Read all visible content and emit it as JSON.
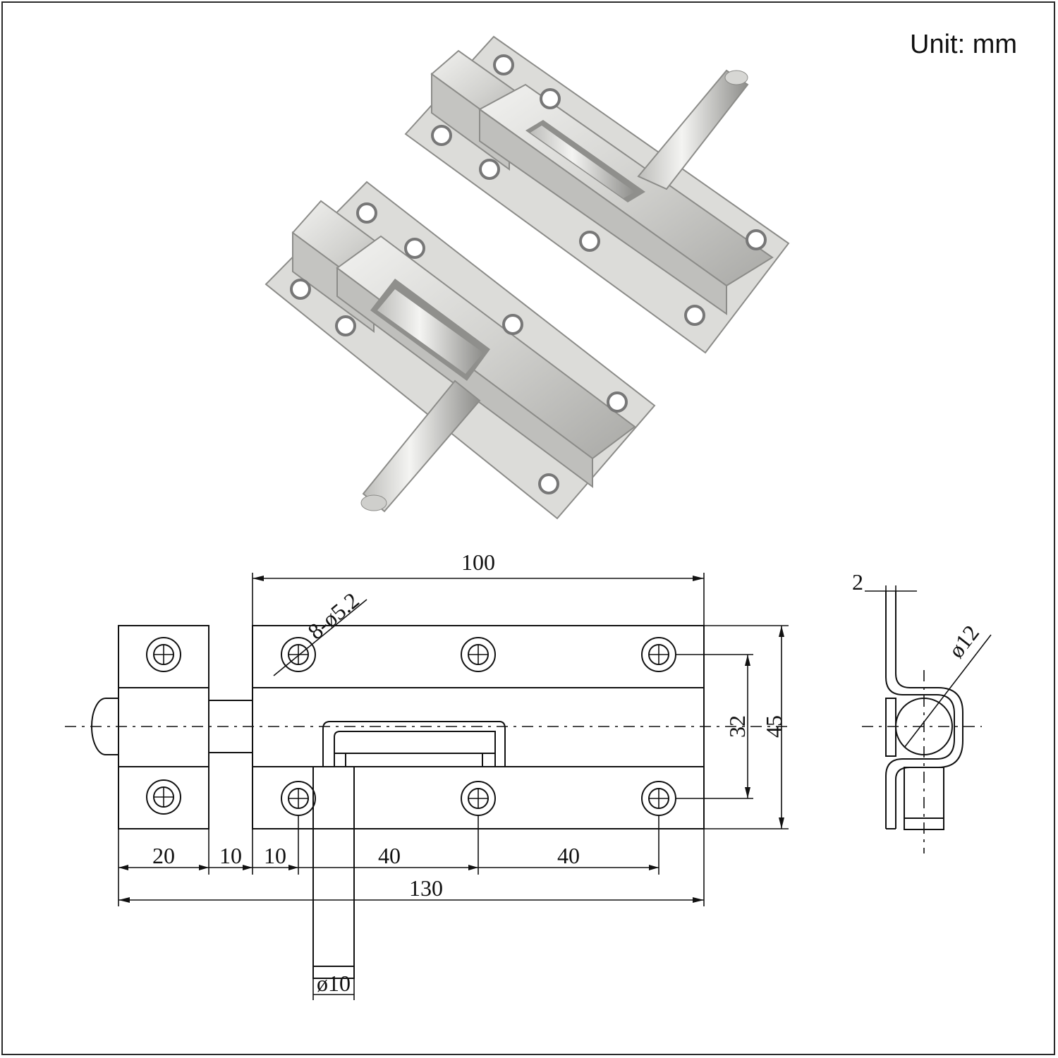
{
  "unit_label": "Unit: mm",
  "dimensions": {
    "overall_length": "100",
    "hole_spec": "8-ø5.2",
    "hole_spacing_v": "32",
    "height": "45",
    "keeper_width": "20",
    "gap": "10",
    "edge_to_hole": "10",
    "hole_spacing_1": "40",
    "hole_spacing_2": "40",
    "total_length": "130",
    "handle_diameter": "ø10",
    "thickness": "2",
    "bolt_diameter": "ø12"
  },
  "colors": {
    "line": "#111111",
    "metal_light": "#e6e6e4",
    "metal_mid": "#c9c9c6",
    "metal_dark": "#9a9a97"
  }
}
